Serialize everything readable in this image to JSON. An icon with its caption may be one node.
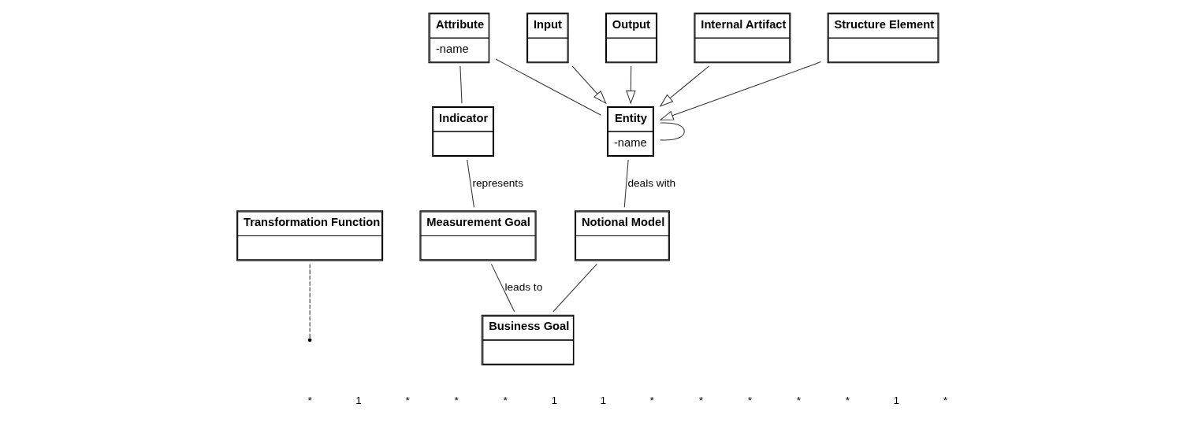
{
  "diagram": {
    "nodes": [
      {
        "text": [
          "Transformation Function"
        ]
      },
      {
        "text": [
          "Attribute",
          "-name"
        ]
      },
      {
        "text": [
          "Entity",
          "-name"
        ]
      },
      {
        "text": [
          "Notional Model"
        ]
      },
      {
        "text": [
          "Input"
        ]
      },
      {
        "text": [
          "Output"
        ]
      },
      {
        "text": [
          "Internal Artifact"
        ]
      },
      {
        "text": [
          "Structure Element"
        ]
      },
      {
        "text": [
          "Indicator"
        ]
      },
      {
        "text": [
          "Measurement Goal"
        ]
      },
      {
        "text": [
          "Business Goal"
        ]
      }
    ],
    "edges": [
      {
        "from": 1,
        "to": 2,
        "arrow": "none"
      },
      {
        "from": 2,
        "to": 2,
        "arrow": "none"
      },
      {
        "from": 2,
        "to": 3,
        "arrow": "none",
        "label": "deals with"
      },
      {
        "from": 3,
        "to": 10,
        "arrow": "none"
      },
      {
        "from": 4,
        "to": 2,
        "arrow": "to"
      },
      {
        "from": 5,
        "to": 2,
        "arrow": "to"
      },
      {
        "from": 6,
        "to": 2,
        "arrow": "to"
      },
      {
        "from": 7,
        "to": 2,
        "arrow": "to"
      },
      {
        "from": 1,
        "to": 8,
        "arrow": "none"
      },
      {
        "from": 0,
        "to": null,
        "arrow": "none",
        "style": "dashed"
      },
      {
        "from": 8,
        "to": 9,
        "arrow": "none",
        "label": "represents"
      },
      {
        "from": 9,
        "to": 10,
        "arrow": "none",
        "label": "leads to"
      }
    ],
    "labels": [
      "*",
      "1",
      "*",
      "*",
      "*",
      "1",
      "1",
      "*",
      "*",
      "*",
      "*",
      "*",
      "1",
      "*"
    ]
  }
}
